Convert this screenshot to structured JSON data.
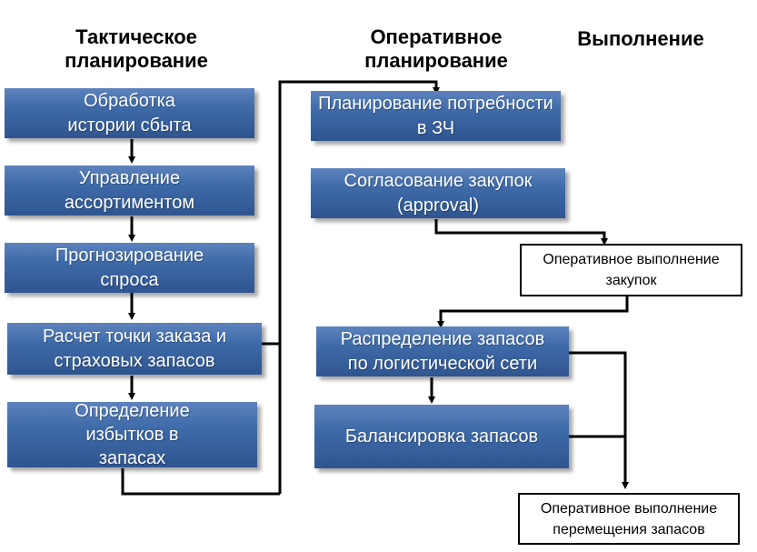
{
  "headers": {
    "tactical": "Тактическое\nпланирование",
    "operational": "Оперативное\nпланирование",
    "execution": "Выполнение"
  },
  "tactical_boxes": [
    "Обработка\nистории сбыта",
    "Управление\nассортиментом",
    "Прогнозирование\nспроса",
    "Расчет точки заказа и\nстраховых запасов",
    "Определение\nизбытков в\nзапасах"
  ],
  "operational_boxes": [
    "Планирование потребности\nв ЗЧ",
    "Согласование закупок\n(approval)",
    "Распределение запасов\nпо логистической сети",
    "Балансировка запасов"
  ],
  "execution_boxes": [
    "Оперативное выполнение\nзакупок",
    "Оперативное выполнение\nперемещения запасов"
  ],
  "colors": {
    "box_fill": "#3e6aa8",
    "text_light": "#ffffff",
    "line": "#000000"
  }
}
